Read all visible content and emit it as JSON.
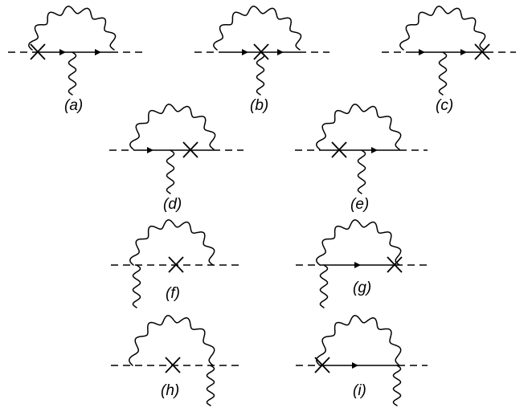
{
  "figure": {
    "labels": [
      "(a)",
      "(b)",
      "(c)",
      "(d)",
      "(e)",
      "(f)",
      "(g)",
      "(h)",
      "(i)"
    ]
  }
}
